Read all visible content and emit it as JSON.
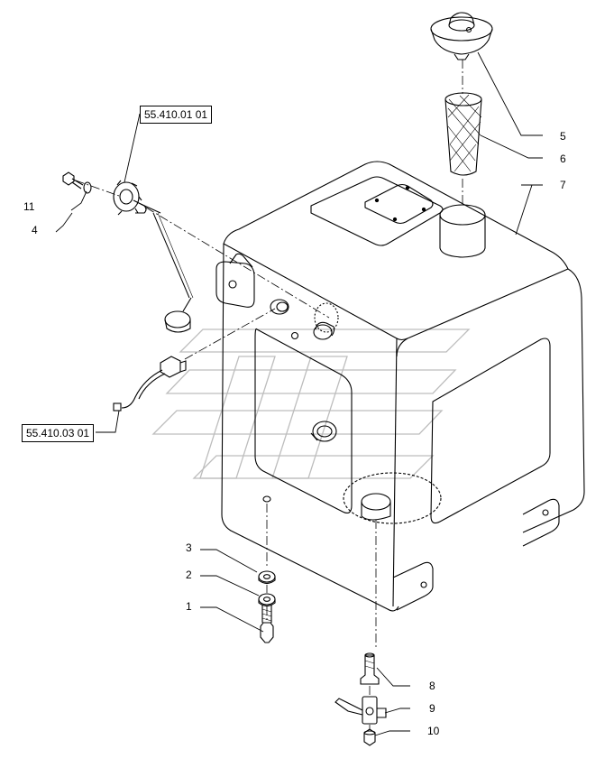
{
  "references": {
    "fuel_level_sender": "55.410.01 01",
    "sensor_cable": "55.410.03 01"
  },
  "callouts": {
    "c1": "1",
    "c2": "2",
    "c3": "3",
    "c4": "4",
    "c5": "5",
    "c6": "6",
    "c7": "7",
    "c8": "8",
    "c9": "9",
    "c10": "10",
    "c11": "11"
  },
  "colors": {
    "line": "#000000",
    "watermark": "#bfbfbf",
    "background": "#ffffff"
  }
}
